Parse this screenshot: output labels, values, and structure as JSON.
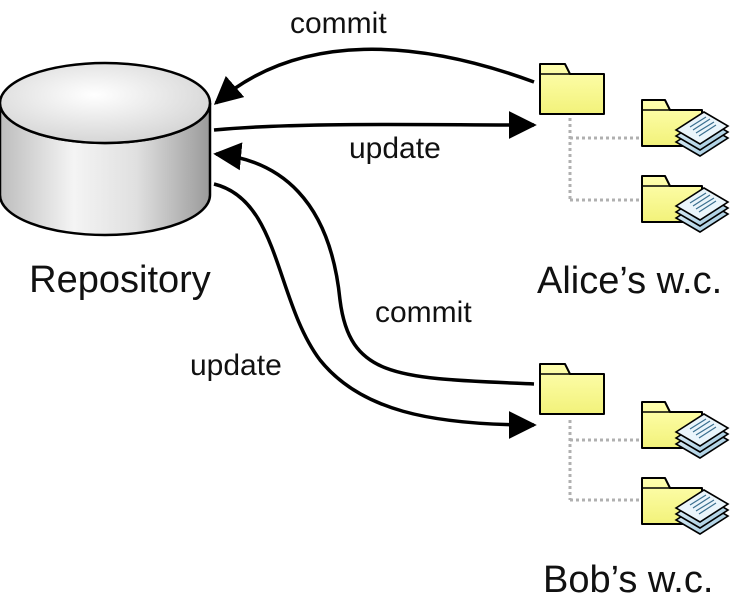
{
  "diagram": {
    "repository_label": "Repository",
    "alice_label": "Alice’s w.c.",
    "bob_label": "Bob’s w.c.",
    "alice_commit": "commit",
    "alice_update": "update",
    "bob_commit": "commit",
    "bob_update": "update"
  },
  "colors": {
    "folder_fill": "#ffff99",
    "doc_fill": "#b7d7e8",
    "connector": "#b0b0b0",
    "arrow": "#000000"
  },
  "icons": [
    "database-cylinder-icon",
    "folder-icon",
    "folder-with-documents-icon"
  ]
}
